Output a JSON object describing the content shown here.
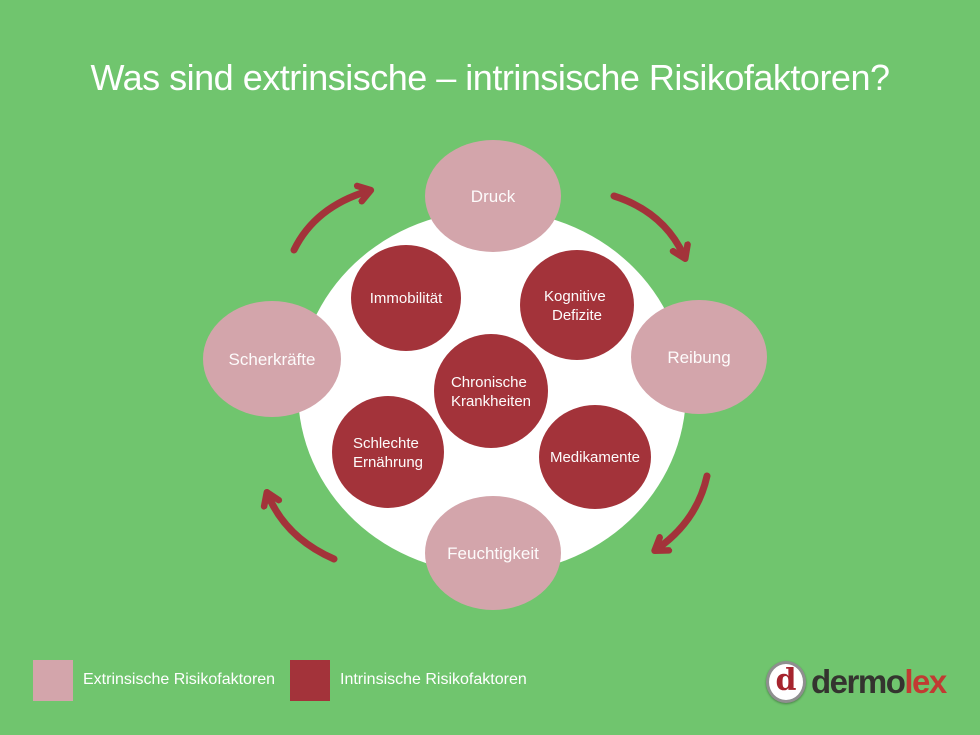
{
  "title": "Was sind extrinsische – intrinsische Risikofaktoren?",
  "colors": {
    "background_green": "#70C56E",
    "extrinsic_pink": "#D3A5AB",
    "intrinsic_red": "#A3333A",
    "arrow_red": "#A3333A",
    "inner_disc_white": "#FFFFFF",
    "title_text": "#FFFFFF",
    "logo_text_dark": "#34342F",
    "logo_text_red": "#C13B32",
    "logo_letter_red": "#A6242E"
  },
  "diagram": {
    "extrinsic_factors": [
      {
        "label": "Druck",
        "position": "top"
      },
      {
        "label": "Reibung",
        "position": "right"
      },
      {
        "label": "Feuchtigkeit",
        "position": "bottom"
      },
      {
        "label": "Scherkräfte",
        "position": "left"
      }
    ],
    "intrinsic_factors": [
      {
        "lines": [
          "Immobilität"
        ]
      },
      {
        "lines": [
          "Kognitive",
          "Defizite"
        ]
      },
      {
        "lines": [
          "Chronische",
          "Krankheiten"
        ]
      },
      {
        "lines": [
          "Schlechte",
          "Ernährung"
        ]
      },
      {
        "lines": [
          "Medikamente"
        ]
      }
    ]
  },
  "legend": {
    "extrinsic_label": "Extrinsische Risikofaktoren",
    "intrinsic_label": "Intrinsische Risikofaktoren"
  },
  "logo": {
    "icon_letter": "d",
    "name_dark": "dermo",
    "name_red": "lex"
  }
}
